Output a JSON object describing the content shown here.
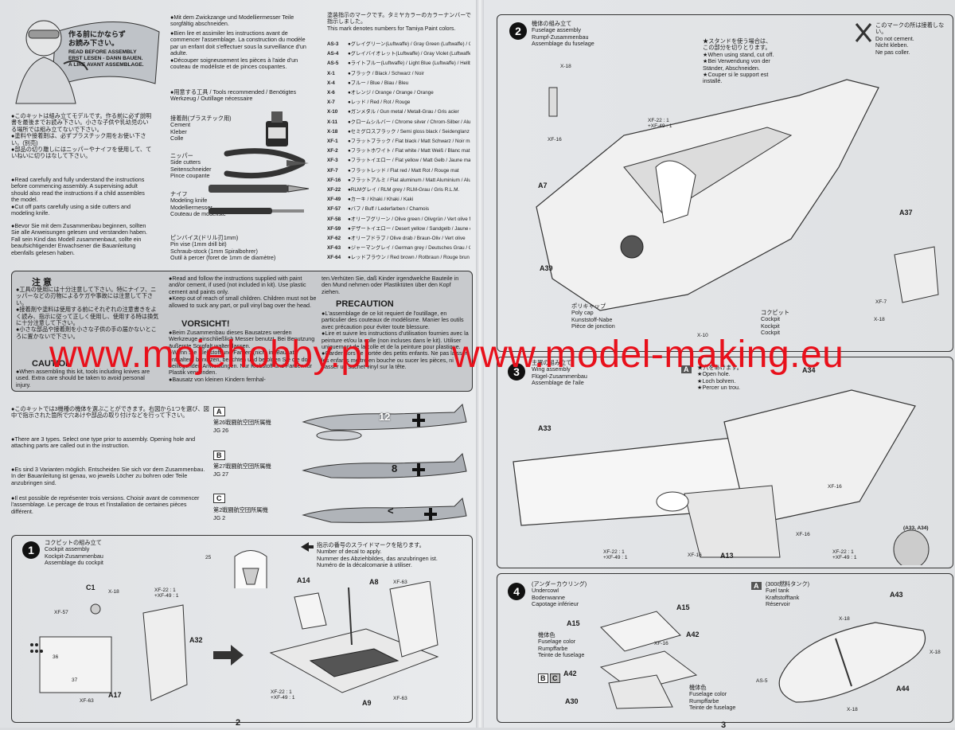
{
  "header_notice": {
    "jp": "作る前にかならず\nお読み下さい。",
    "en": "READ BEFORE ASSEMBLY\nERST LESEN - DANN BAUEN.\nA LIRE AVANT ASSEMBLAGE."
  },
  "intro": {
    "jp": "●このキットは組み立てモデルです。作る前に必ず説明書を最後までお読み下さい。小さな子供や乳幼児のいる場所では組み立てないで下さい。\n●塗料や接着剤は、必ずプラスチック用をお使い下さい。(別売)\n●部品の切り離しにはニッパーやナイフを使用して、ていねいに切りはなして下さい。",
    "en": "●Read carefully and fully understand the instructions before commencing assembly. A supervising adult should also read the instructions if a child assembles the model.\n●Cut off parts carefully using a side cutters and modeling knife.",
    "de": "●Bevor Sie mit dem Zusammenbau beginnen, sollten Sie alle Anweisungen gelesen und verstanden haben. Fall sein Kind das Modell zusammenbaut, sollte ein beaufsichtigender Erwachsener die Bauanleitung ebenfalls gelesen haben.",
    "de2": "●Mit dem Zwickzange und Modelliermesser Teile sorgfältig abschneiden.",
    "fr": "●Bien lire et assimiler les instructions avant de commencer l'assemblage. La construction du modèle par un enfant doit s'effectuer sous la surveillance d'un adulte.\n●Découper soigneusement les pièces à l'aide d'un couteau de modéliste et de pinces coupantes."
  },
  "tools": {
    "title": "●用意する工具 / Tools recommended / Benötigtes Werkzeug / Outillage nécessaire",
    "cement": "接着剤(プラスチック用)\nCement\nKleber\nColle",
    "cutters": "ニッパー\nSide cutters\nSeitenschneider\nPince coupante",
    "knife": "ナイフ\nModeling knife\nModelliermesser\nCouteau de modéliste",
    "drill": "ピンバイス(ドリル刃1mm)\nPin vise (1mm drill bit)\nSchraub-stock (1mm Spiralbohrer)\nOutil à percer (foret de 1mm de diamètre)"
  },
  "paints": {
    "title": "塗装指示のマークです。タミヤカラーのカラーナンバーで指示しました。\nThis mark denotes numbers for Tamiya Paint colors.",
    "rows": [
      {
        "code": "AS-3",
        "name": "●グレイグリーン(Luftwaffe) / Gray Green (Luftwaffe) / Graugrün (Luftwaffe) / Gris Vert (Luftwaffe)"
      },
      {
        "code": "AS-4",
        "name": "●グレイバイオレット(Luftwaffe) / Gray Violet (Luftwaffe) / Grauviolett (Luftwaffe) / Gris Violet (Luftwaffe)"
      },
      {
        "code": "AS-5",
        "name": "●ライトブルー(Luftwaffe) / Light Blue (Luftwaffe) / Hellblau (Luftwaffe) / Bleu Clair (Luftwaffe)"
      },
      {
        "code": "X-1",
        "name": "●ブラック / Black / Schwarz / Noir"
      },
      {
        "code": "X-4",
        "name": "●ブルー / Blue / Blau / Bleu"
      },
      {
        "code": "X-6",
        "name": "●オレンジ / Orange / Orange / Orange"
      },
      {
        "code": "X-7",
        "name": "●レッド / Red / Rot / Rouge"
      },
      {
        "code": "X-10",
        "name": "●ガンメタル / Gun metal / Metall-Grau / Gris acier"
      },
      {
        "code": "X-11",
        "name": "●クロームシルバー / Chrome silver / Chrom-Silber / Aluminium chromé"
      },
      {
        "code": "X-18",
        "name": "●セミグロスブラック / Semi gloss black / Seidenglanz Schwarz / Noir satiné"
      },
      {
        "code": "XF-1",
        "name": "●フラットブラック / Flat black / Matt Schwarz / Noir mat"
      },
      {
        "code": "XF-2",
        "name": "●フラットホワイト / Flat white / Matt Weiß / Blanc mat"
      },
      {
        "code": "XF-3",
        "name": "●フラットイエロー / Flat yellow / Matt Gelb / Jaune mat"
      },
      {
        "code": "XF-7",
        "name": "●フラットレッド / Flat red / Matt Rot / Rouge mat"
      },
      {
        "code": "XF-16",
        "name": "●フラットアルミ / Flat aluminum / Matt Aluminium / Aluminium mat"
      },
      {
        "code": "XF-22",
        "name": "●RLMグレイ / RLM grey / RLM-Grau / Gris R.L.M."
      },
      {
        "code": "XF-49",
        "name": "●カーキ / Khaki / Khaki / Kaki"
      },
      {
        "code": "XF-57",
        "name": "●バフ / Buff / Lederfarben / Chamois"
      },
      {
        "code": "XF-58",
        "name": "●オリーブグリーン / Olive green / Olivgrün / Vert olive foncé"
      },
      {
        "code": "XF-59",
        "name": "●デザートイエロー / Desert yellow / Sandgelb / Jaune désert"
      },
      {
        "code": "XF-62",
        "name": "●オリーブドラブ / Olive drab / Braun-Oliv / Vert olive"
      },
      {
        "code": "XF-63",
        "name": "●ジャーマングレイ / German grey / Deutsches Grau / Gris Panzer"
      },
      {
        "code": "XF-64",
        "name": "●レッドブラウン / Red brown / Rotbraun / Rouge brun"
      }
    ]
  },
  "caution": {
    "jp_title": "注 意",
    "jp": "●工具の使用には十分注意して下さい。特にナイフ、ニッパーなどの刃物によるケガや事故には注意して下さい。\n●接着剤や塗料は使用する前にそれぞれの注意書きをよく読み、指示に従って正しく使用し、使用する時は換気に十分注意して下さい。\n●小さな部品や接着剤を小さな子供の手の届かないところに置かないで下さい。",
    "en_title": "CAUTION",
    "en": "●When assembling this kit, tools including knives are used. Extra care should be taken to avoid personal injury.",
    "mid": "●Read and follow the instructions supplied with paint and/or cement, if used (not included in kit). Use plastic cement and paints only.\n●Keep out of reach of small children. Children must not be allowed to suck any part, or pull vinyl bag over the head.",
    "de_title": "VORSICHT!",
    "de": "●Beim Zusammenbau dieses Bausatzes werden Werkzeuge einschließlich Messer benutzt. Bei Benutzung äußerste Sorgfalt walten lassen.\n●Wenn Sie Klebstoff und Farben (nicht im Bausatz enthalten) benutzen, beachten und befolgen Sie die dort beiliegenden Anweisungen. Nur Klebstoff und Farben für Plastik verwenden.\n●Bausatz von kleinen Kindern fernhal-",
    "de_cont": "ten.Verhüten Sie, daß Kinder irgendwelche Bauteile in den Mund nehmen oder Plastiktüten über den Kopf ziehen.",
    "fr_title": "PRECAUTION",
    "fr": "●L'assemblage de ce kit requiert de l'outillage, en particulier des couteaux de modélisme. Manier les outils avec précaution pour éviter toute blessure.\n●Lire et suivre les instructions d'utilisation fournies avec la peinture et/ou la colle (non incluses dans le kit). Utiliser uniquement de la colle et de la peinture pour plastique.\n●Garder hors de portée des petits enfants. Ne pas laisser les enfants mettre en bouche ou sucer les pièces, ni passer un sachet vinyl sur la tête."
  },
  "variants": {
    "jp": "●このキットでは3機種の機体を選ぶことができます。右図から1つを選び、図中で指示された箇所で穴あけや部品の取り付けなどを行って下さい。",
    "en": "●There are 3 types. Select one type prior to assembly. Opening hole and attaching parts are called out in the instruction.",
    "de": "●Es sind 3 Varianten möglich. Entscheiden Sie sich vor dem Zusammenbau. In der Bauanleitung ist genau, wo jeweils Löcher zu bohren oder Teile anzubringen sind.",
    "fr": "●Il est possible de représenter trois versions. Choisir avant de commencer l'assemblage. Le percage de trous et l'installation de certaines pièces différent.",
    "items": [
      {
        "letter": "A",
        "jp": "第26戦闘航空団所属機",
        "unit": "JG 26",
        "code": "12"
      },
      {
        "letter": "B",
        "jp": "第27戦闘航空団所属機",
        "unit": "JG 27",
        "code": "8"
      },
      {
        "letter": "C",
        "jp": "第2戦闘航空団所属機",
        "unit": "JG 2",
        "code": "<"
      }
    ]
  },
  "step1": {
    "num": "1",
    "title": "コクピットの組み立て\nCockpit assembly\nKockpit-Zusammenbau\nAssemblage du cockpit",
    "decal_note": "指示の番号のスライドマークを貼ります。\nNumber of decal to apply.\nNummer des Abziehbildes, das anzubringen ist.\nNuméro de la décalcomanie à utiliser.",
    "parts": [
      "C1",
      "X-18",
      "XF-57",
      "XF-22 : 1\n+XF-49 : 1",
      "A32",
      "A17",
      "XF-63",
      "A14",
      "A8",
      "XF-63",
      "XF-22 : 1\n+XF-49 : 1",
      "A9",
      "XF-63",
      "25",
      "36",
      "37"
    ]
  },
  "step2": {
    "num": "2",
    "title": "機体の組み立て\nFuselage assembly\nRumpf-Zusammenbau\nAssemblage du fuselage",
    "stand_note": "★スタンドを使う場合は、\nこの部分を切りとります。\n★When using stand, cut off.\n★Bei Verwendung von der\nStänder, Abschneiden.\n★Couper si le support est\ninstallé.",
    "notglue": "このマークの所は接着しない。\nDo not cement.\nNicht kleben.\nNe pas coller.",
    "polycap": "ポリキャップ\nPoly cap\nKunststoff-Nabe\nPièce de jonction",
    "cockpit": "コクピット\nCockpit\nKockpit\nCockpit",
    "parts": [
      "X-18",
      "XF-16",
      "XF-22 : 1\n+XF-49 : 1",
      "A7",
      "A39",
      "X-10",
      "A37",
      "XF-7",
      "X-18"
    ]
  },
  "step3": {
    "num": "3",
    "title": "主翼の組み立て\nWing assembly\nFlügel-Zusammenbau\nAssemblage de l'aile",
    "hole": "★穴をあけます。\n★Open hole.\n★Loch bohren.\n★Percer un trou.",
    "parts": [
      "A33",
      "A34",
      "XF-22 : 1\n+XF-49 : 1",
      "XF-16",
      "A13",
      "XF-16",
      "XF-22 : 1\n+XF-49 : 1",
      "XF-16",
      "(A33, A34)"
    ]
  },
  "step4": {
    "num": "4",
    "title": "(アンダーカウリング)\nUndercowl\nBodenwanne\nCapotage inférieur",
    "fuselage_color": "機体色\nFuselage color\nRumpffarbe\nTeinte de fuselage",
    "parts": [
      "A15",
      "A15",
      "A42",
      "XF-16",
      "A42",
      "A30",
      "B",
      "C"
    ]
  },
  "tank": {
    "title": "(300ℓ燃料タンク)\nFuel tank\nKraftstofftank\nRéservoir",
    "parts": [
      "X-18",
      "A43",
      "X-18",
      "AS-5",
      "A44",
      "X-18"
    ]
  },
  "watermark": {
    "left": "www.mojehobby.pl",
    "right": "www.model-making.eu"
  },
  "pages": {
    "left": "2",
    "right": "3"
  }
}
